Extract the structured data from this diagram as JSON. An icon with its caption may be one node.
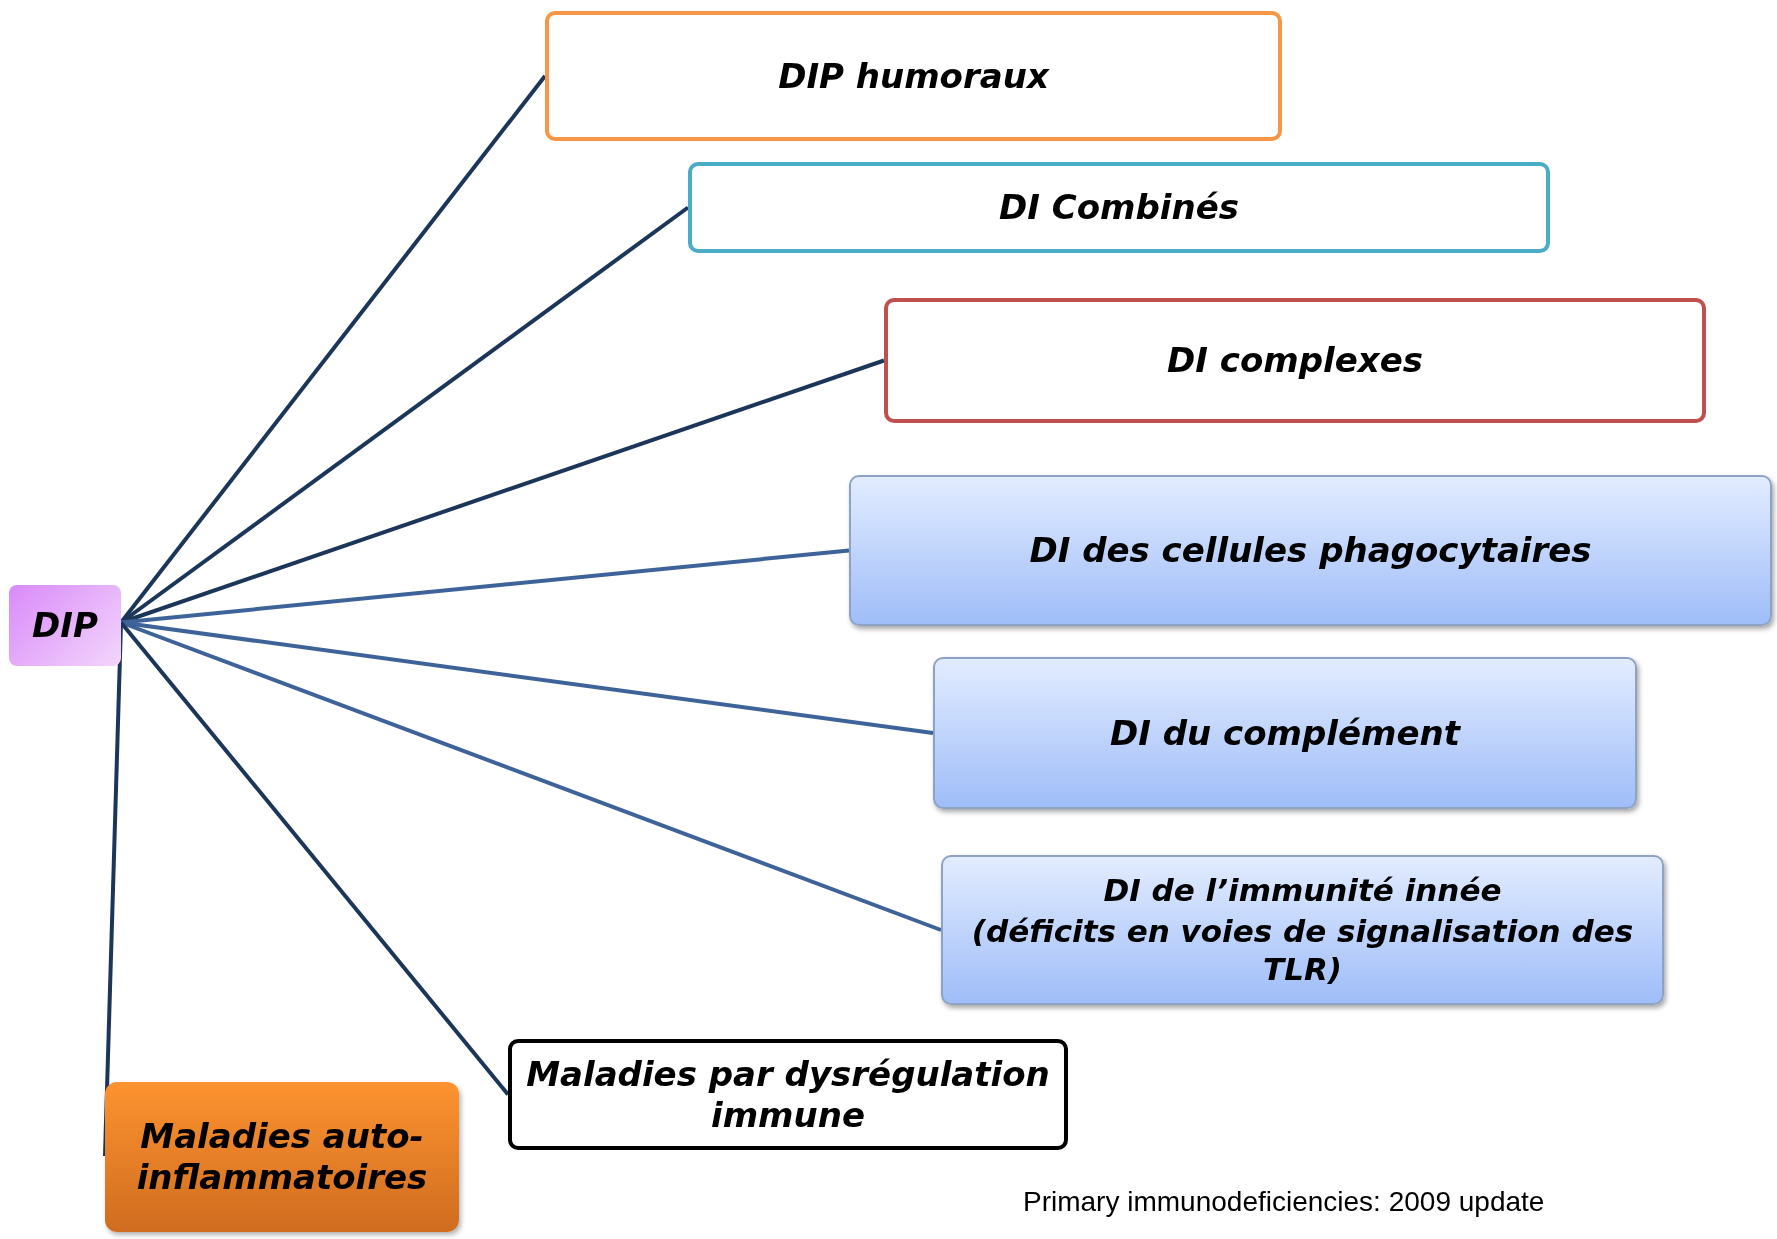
{
  "diagram": {
    "nodes": [
      {
        "text": [
          "DIP"
        ]
      },
      {
        "text": [
          "DIP humoraux"
        ]
      },
      {
        "text": [
          "DI Combinés"
        ]
      },
      {
        "text": [
          "DI complexes"
        ]
      },
      {
        "text": [
          "DI des cellules phagocytaires"
        ]
      },
      {
        "text": [
          "DI du complément"
        ]
      },
      {
        "text": [
          "DI de l’immunité innée",
          "(déficits en voies de signalisation des TLR)"
        ]
      },
      {
        "text": [
          "Maladies par dysrégulation immune"
        ]
      },
      {
        "text": [
          "Maladies auto-inflammatoires"
        ]
      }
    ],
    "edges": [
      {
        "from": 0,
        "to": 1,
        "arrow": "none"
      },
      {
        "from": 0,
        "to": 2,
        "arrow": "none"
      },
      {
        "from": 0,
        "to": 3,
        "arrow": "none"
      },
      {
        "from": 0,
        "to": 4,
        "arrow": "none",
        "color": "#3d6399"
      },
      {
        "from": 0,
        "to": 5,
        "arrow": "none",
        "color": "#3d6399"
      },
      {
        "from": 0,
        "to": 6,
        "arrow": "none",
        "color": "#3d6399"
      },
      {
        "from": 0,
        "to": 7,
        "arrow": "none"
      },
      {
        "from": 0,
        "to": 8,
        "arrow": "none"
      }
    ],
    "labels": [
      "Primary immunodeficiencies: 2009 update"
    ]
  }
}
